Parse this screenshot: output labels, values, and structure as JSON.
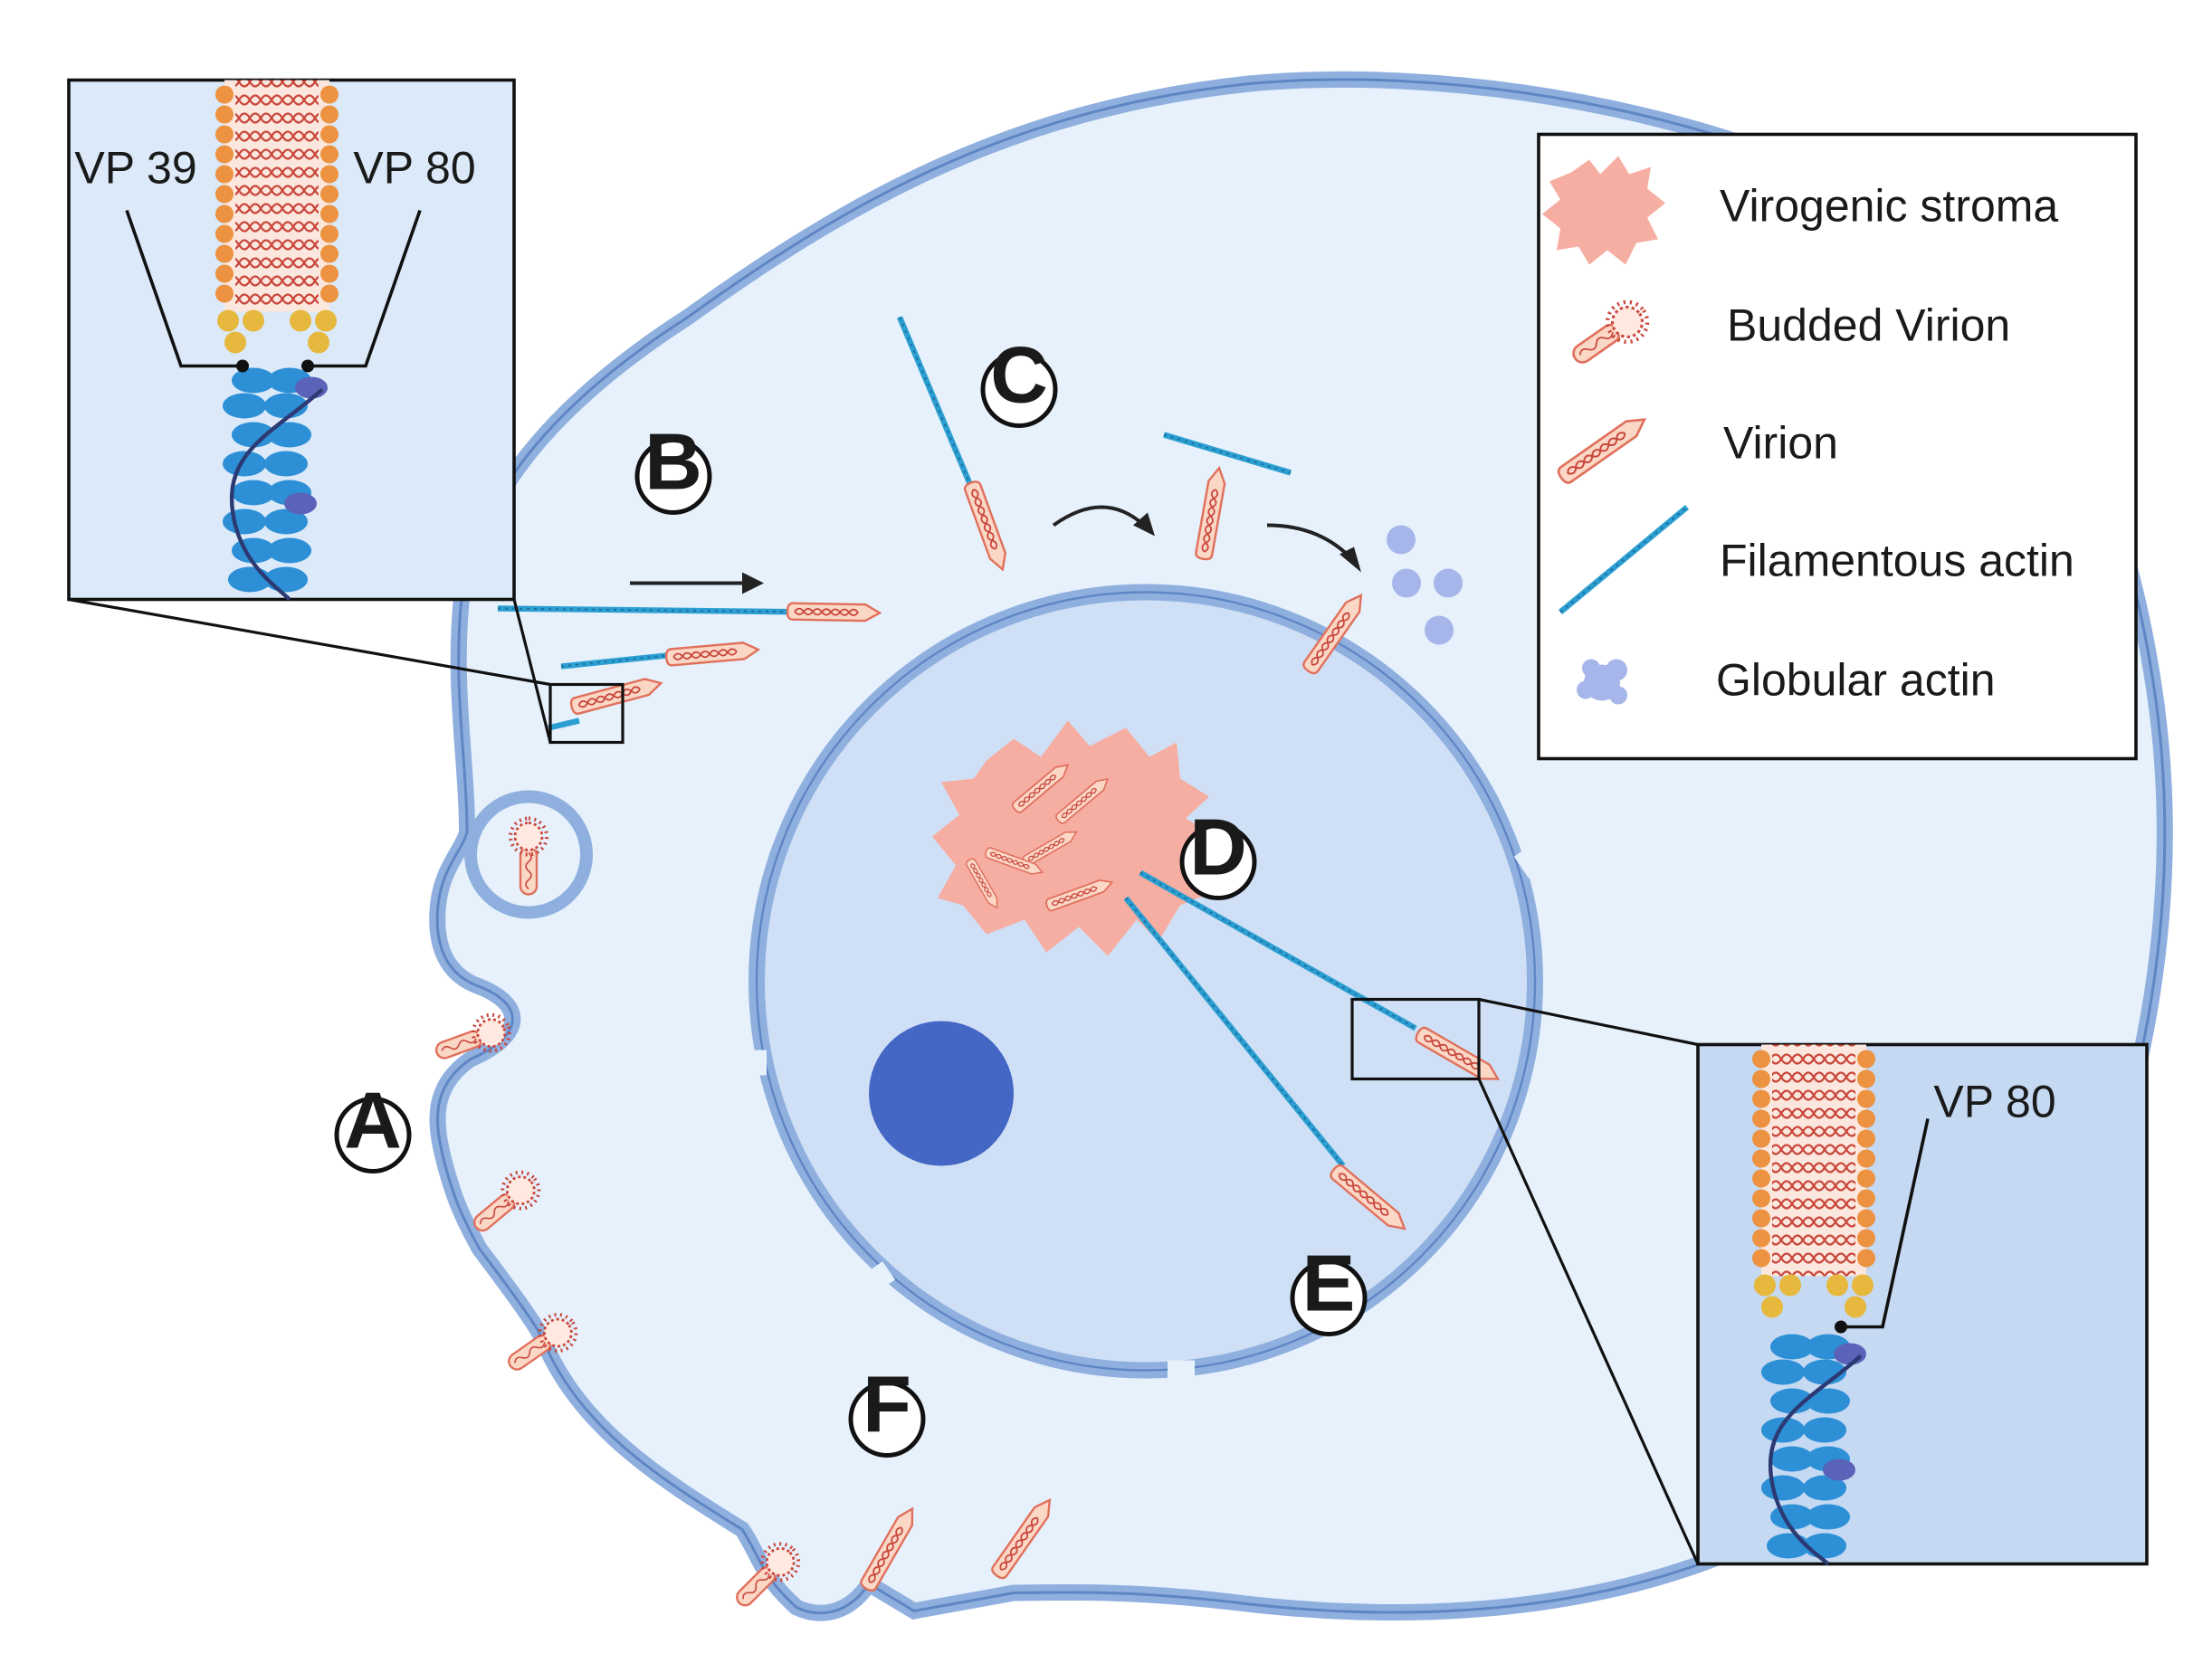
{
  "insets": {
    "top_left": {
      "label_left": "VP 39",
      "label_right": "VP 80"
    },
    "bottom_right": {
      "label": "VP 80"
    }
  },
  "steps": {
    "a": "A",
    "b": "B",
    "c": "C",
    "d": "D",
    "e": "E",
    "f": "F"
  },
  "legend": {
    "items": [
      {
        "label": "Virogenic stroma",
        "icon": "virogenic-stroma-icon"
      },
      {
        "label": "Budded Virion",
        "icon": "budded-virion-icon"
      },
      {
        "label": "Virion",
        "icon": "virion-icon"
      },
      {
        "label": "Filamentous actin",
        "icon": "filamentous-actin-icon"
      },
      {
        "label": "Globular actin",
        "icon": "globular-actin-icon"
      }
    ]
  },
  "colors": {
    "cytoplasm": "#e6f1fc",
    "membrane": "#8fb0de",
    "membrane_edge": "#5f86c4",
    "nucleus": "#cfe0f6",
    "nucleolus": "#4466c4",
    "stroma": "#f6aea2",
    "virion_fill": "#fbd7c6",
    "virion_edge": "#e0705c",
    "actin": "#2c9fd2",
    "globular_actin": "#a7b6ea"
  }
}
